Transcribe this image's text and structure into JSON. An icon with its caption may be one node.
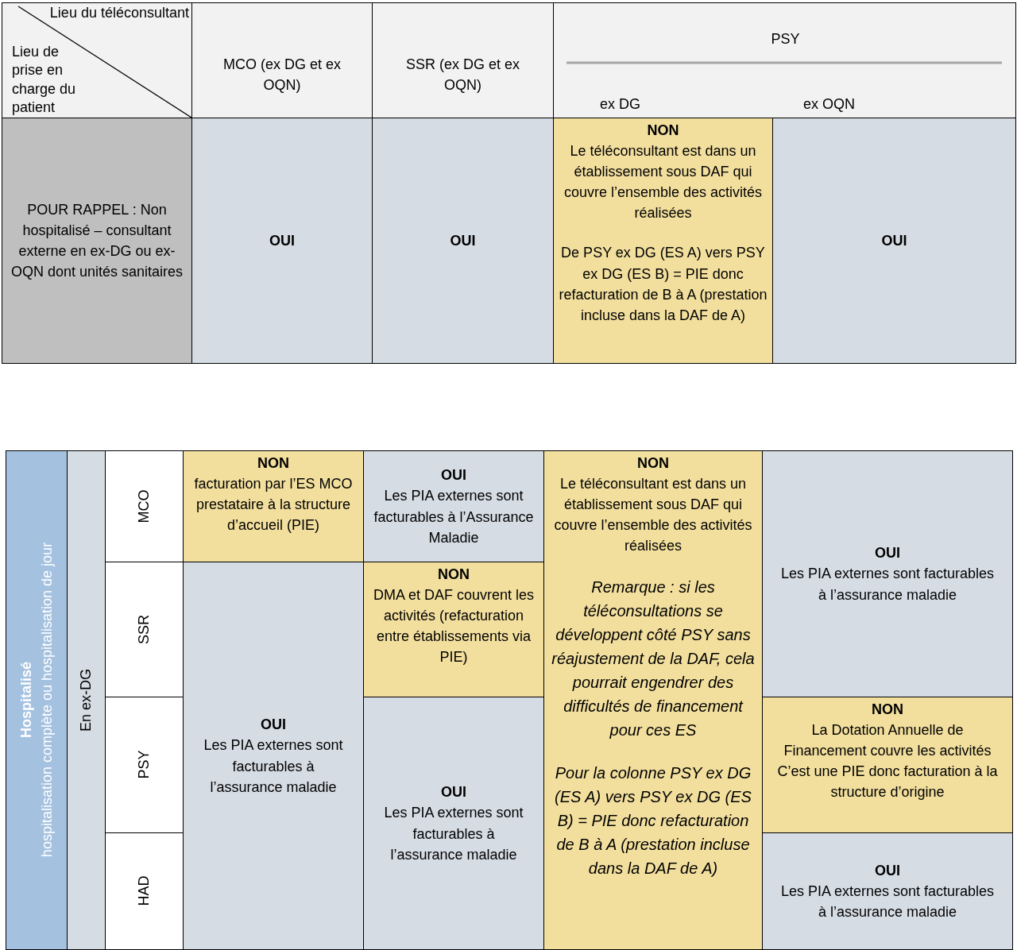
{
  "diagram": {
    "nodes": [
      {
        "text": [
          "Lieu du téléconsultant",
          "Lieu de prise en charge du patient"
        ]
      },
      {
        "text": [
          "MCO (ex DG et ex OQN)"
        ]
      },
      {
        "text": [
          "SSR (ex DG et ex OQN)"
        ]
      },
      {
        "text": [
          "PSY",
          "ex DG",
          "ex OQN"
        ]
      },
      {
        "text": [
          "POUR RAPPEL : Non hospitalisé – consultant externe en ex-DG ou ex-OQN dont unités sanitaires"
        ]
      },
      {
        "text": [
          "OUI"
        ]
      },
      {
        "text": [
          "OUI"
        ]
      },
      {
        "text": [
          "NON",
          "Le téléconsultant est dans un établissement sous DAF qui couvre l’ensemble des activités réalisées",
          "De PSY ex DG (ES A) vers PSY ex DG (ES B) = PIE donc refacturation de B à A (prestation incluse dans la DAF de A)"
        ]
      },
      {
        "text": [
          "OUI"
        ]
      },
      {
        "text": [
          "Hospitalisé",
          "hospitalisation complète ou hospitalisation de jour"
        ]
      },
      {
        "text": [
          "En ex-DG"
        ]
      },
      {
        "text": [
          "MCO"
        ]
      },
      {
        "text": [
          "NON",
          "facturation par l’ES MCO prestataire à la structure d’accueil (PIE)"
        ]
      },
      {
        "text": [
          "OUI",
          "Les PIA externes sont facturables à l’Assurance Maladie"
        ]
      },
      {
        "text": [
          "NON",
          "Le téléconsultant est dans un établissement sous DAF qui couvre l’ensemble des activités réalisées",
          "Remarque : si les téléconsultations se développent côté PSY sans réajustement de la DAF, cela pourrait engendrer des difficultés de financement pour ces ES",
          "Pour la colonne PSY ex DG (ES A) vers PSY ex DG (ES B) = PIE donc refacturation de B à A (prestation incluse dans la DAF de A)"
        ]
      },
      {
        "text": [
          "OUI",
          "Les PIA externes sont facturables à l’assurance maladie"
        ]
      },
      {
        "text": [
          "SSR"
        ]
      },
      {
        "text": [
          "OUI",
          "Les PIA externes sont facturables à l’assurance maladie"
        ]
      },
      {
        "text": [
          "NON",
          "DMA et DAF couvrent les activités (refacturation entre établissements via PIE)"
        ]
      },
      {
        "text": [
          "PSY"
        ]
      },
      {
        "text": [
          "OUI",
          "Les PIA externes sont facturables à l’assurance maladie"
        ]
      },
      {
        "text": [
          "NON",
          "La Dotation Annuelle de Financement couvre les activités C’est une PIE donc facturation à la structure d’origine"
        ]
      },
      {
        "text": [
          "HAD"
        ]
      },
      {
        "text": [
          "OUI",
          "Les PIA externes sont facturables à l’assurance maladie"
        ]
      }
    ]
  }
}
